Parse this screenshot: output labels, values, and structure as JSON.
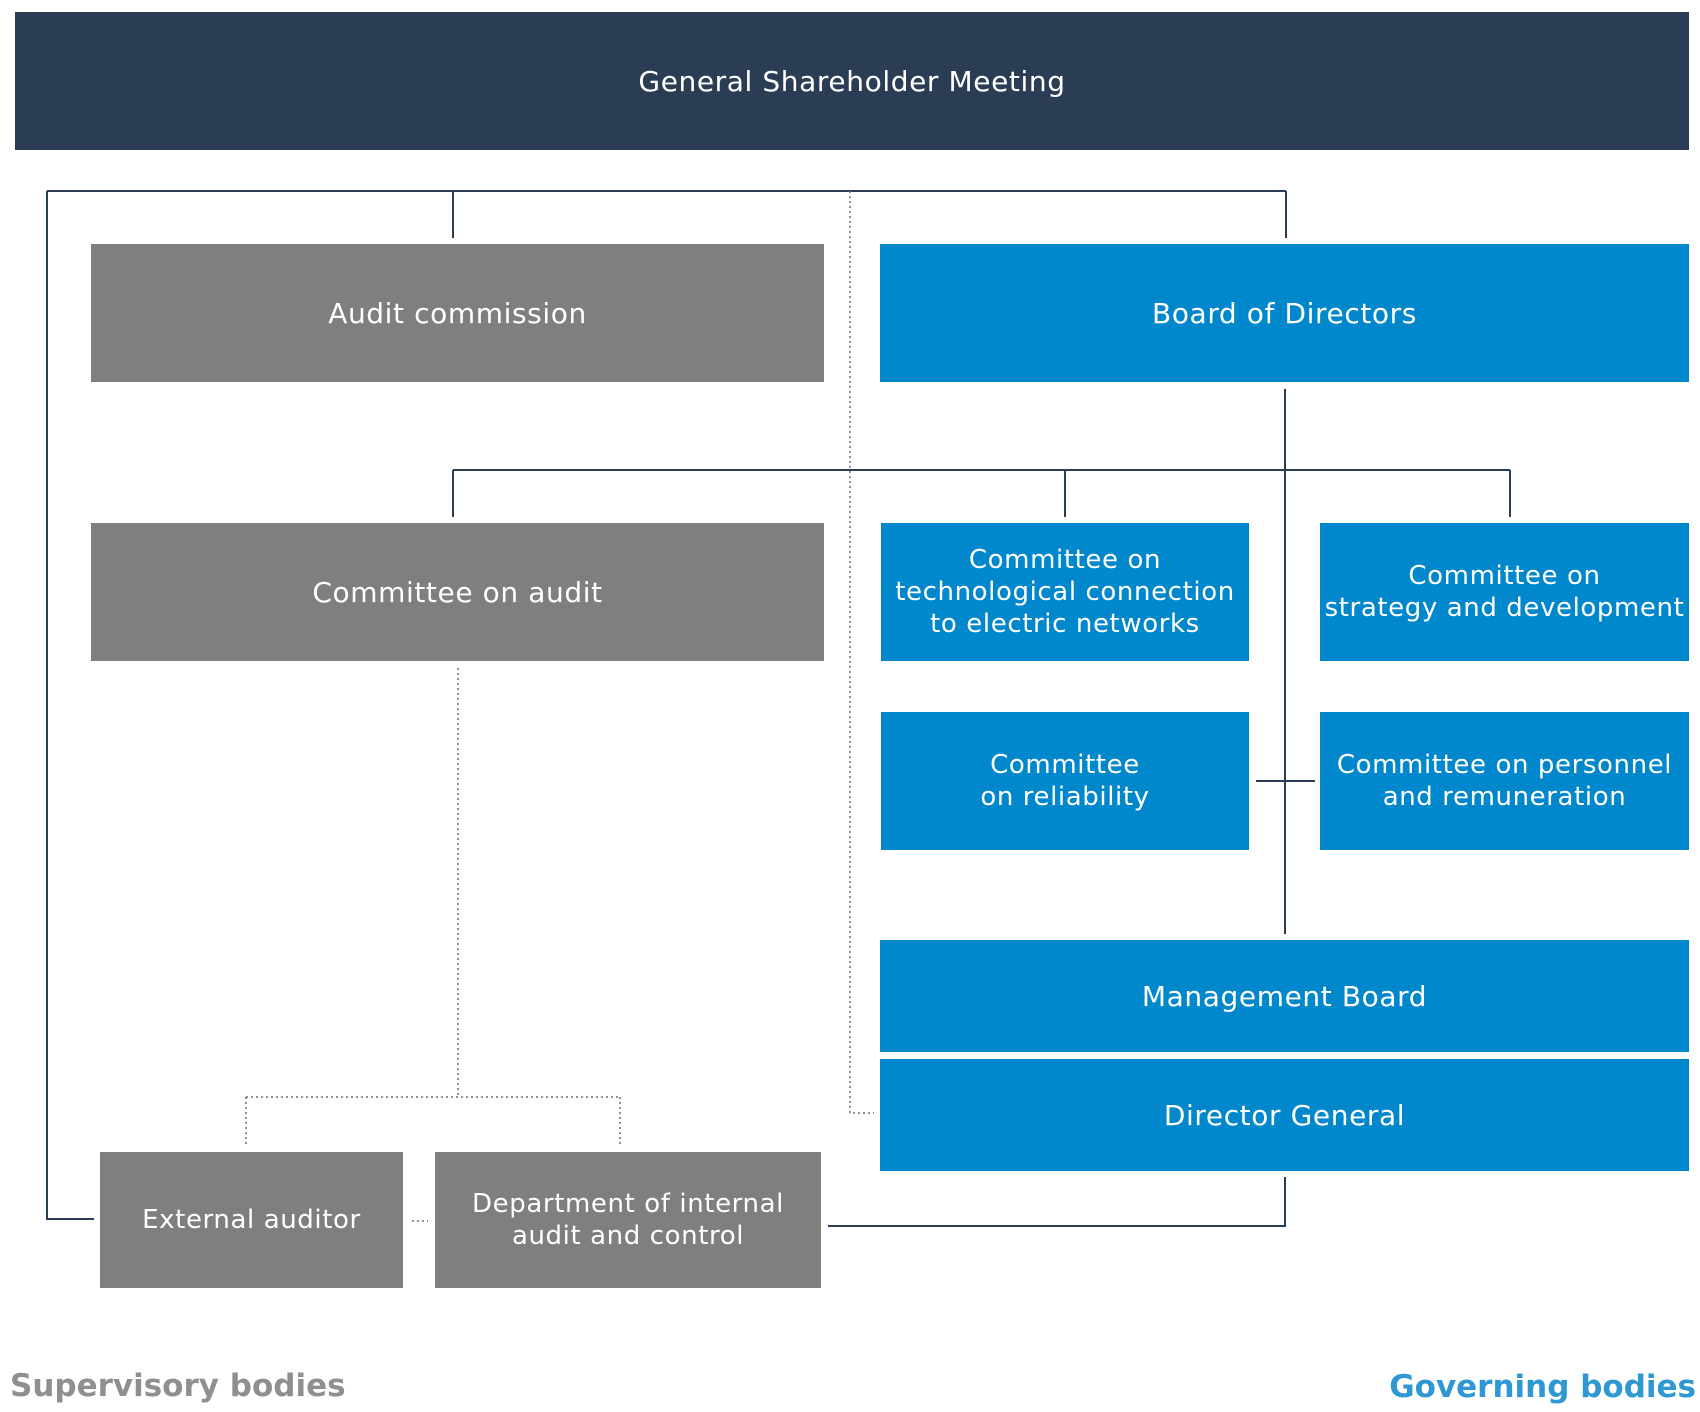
{
  "nodes": {
    "shareholder_meeting": "General Shareholder Meeting",
    "audit_commission": "Audit commission",
    "board_of_directors": "Board of Directors",
    "committee_on_audit": "Committee on audit",
    "committee_tech_connection": "Committee on\ntechnological connection\nto electric networks",
    "committee_strategy": "Committee on\nstrategy and development",
    "committee_reliability": "Committee\non reliability",
    "committee_personnel": "Committee on personnel\nand remuneration",
    "management_board": "Management Board",
    "director_general": "Director General",
    "external_auditor": "External auditor",
    "internal_audit_department": "Department of internal\naudit and control"
  },
  "legend": {
    "supervisory": "Supervisory bodies",
    "governing": "Governing bodies"
  },
  "colors": {
    "navy": "#2b3d55",
    "supervisory_gray": "#807f7d",
    "governing_blue": "#0087cc",
    "connector": "#2b3d55",
    "legend_gray": "#8f8f8f",
    "legend_blue": "#2f97d2"
  }
}
